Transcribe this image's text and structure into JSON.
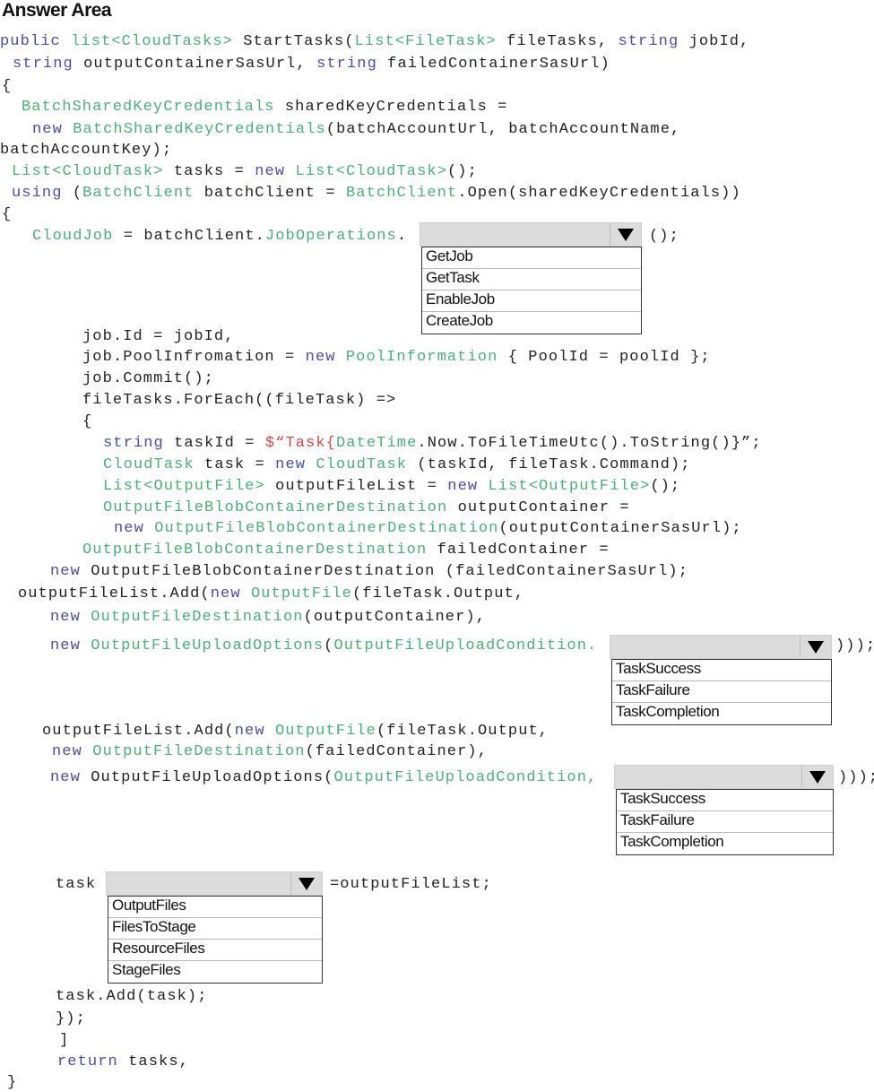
{
  "title": "Answer Area",
  "colors": {
    "keyword": "#4b4f9e",
    "type": "#4caf78",
    "string": "#d04848",
    "text": "#222222"
  },
  "code_lines": [
    [
      [
        "public ",
        "k"
      ],
      [
        "list<CloudTasks>",
        "t"
      ],
      [
        " StartTasks(",
        "p"
      ],
      [
        "List<FileTask>",
        "t"
      ],
      [
        " fileTasks, ",
        "p"
      ],
      [
        "string",
        "k"
      ],
      [
        " jobId,",
        "p"
      ]
    ],
    [
      [
        "string",
        "k"
      ],
      [
        " outputContainerSasUrl, ",
        "p"
      ],
      [
        "string",
        "k"
      ],
      [
        " failedContainerSasUrl)",
        "p"
      ]
    ],
    [
      [
        "{",
        "p"
      ]
    ],
    [
      [
        "BatchSharedKeyCredentials",
        "t"
      ],
      [
        " sharedKeyCredentials =",
        "p"
      ]
    ],
    [
      [
        "new ",
        "k"
      ],
      [
        "BatchSharedKeyCredentials",
        "t"
      ],
      [
        "(batchAccountUrl, batchAccountName,",
        "p"
      ]
    ],
    [
      [
        "batchAccountKey);",
        "p"
      ]
    ],
    [
      [
        "List<CloudTask>",
        "t"
      ],
      [
        " tasks = ",
        "p"
      ],
      [
        "new ",
        "k"
      ],
      [
        "List<CloudTask>",
        "t"
      ],
      [
        "();",
        "p"
      ]
    ],
    [
      [
        "using",
        "k"
      ],
      [
        " (",
        "p"
      ],
      [
        "BatchClient",
        "t"
      ],
      [
        " batchClient = ",
        "p"
      ],
      [
        "BatchClient",
        "t"
      ],
      [
        ".Open(sharedKeyCredentials))",
        "p"
      ]
    ],
    [
      [
        "{",
        "p"
      ]
    ],
    [
      [
        "CloudJob",
        "t"
      ],
      [
        " = batchClient.",
        "p"
      ],
      [
        "JobOperations",
        "t"
      ],
      [
        ".",
        "p"
      ]
    ],
    [
      [
        "job.Id = jobId,",
        "p"
      ]
    ],
    [
      [
        "job.PoolInfromation = ",
        "p"
      ],
      [
        "new ",
        "k"
      ],
      [
        "PoolInformation",
        "t"
      ],
      [
        " { PoolId = poolId };",
        "p"
      ]
    ],
    [
      [
        "job.Commit();",
        "p"
      ]
    ],
    [
      [
        "fileTasks.ForEach((fileTask) =>",
        "p"
      ]
    ],
    [
      [
        "{",
        "p"
      ]
    ],
    [
      [
        "string",
        "k"
      ],
      [
        " taskId = ",
        "p"
      ],
      [
        "$“Task{",
        "s"
      ],
      [
        "DateTime",
        "t"
      ],
      [
        ".Now.ToFileTimeUtc().ToString()}”;",
        "p"
      ]
    ],
    [
      [
        "CloudTask",
        "t"
      ],
      [
        " task = ",
        "p"
      ],
      [
        "new ",
        "k"
      ],
      [
        "CloudTask",
        "t"
      ],
      [
        " (taskId, fileTask.Command);",
        "p"
      ]
    ],
    [
      [
        "List<OutputFile>",
        "t"
      ],
      [
        " outputFileList = ",
        "p"
      ],
      [
        "new ",
        "k"
      ],
      [
        "List<OutputFile>",
        "t"
      ],
      [
        "();",
        "p"
      ]
    ],
    [
      [
        "OutputFileBlobContainerDestination",
        "t"
      ],
      [
        " outputContainer =",
        "p"
      ]
    ],
    [
      [
        "new ",
        "k"
      ],
      [
        "OutputFileBlobContainerDestination",
        "t"
      ],
      [
        "(outputContainerSasUrl);",
        "p"
      ]
    ],
    [
      [
        "OutputFileBlobContainerDestination",
        "t"
      ],
      [
        " failedContainer =",
        "p"
      ]
    ],
    [
      [
        "new ",
        "k"
      ],
      [
        "OutputFileBlobContainerDestination (failedContainerSasUrl);",
        "p"
      ]
    ],
    [
      [
        "outputFileList.Add(",
        "p"
      ],
      [
        "new ",
        "k"
      ],
      [
        "OutputFile",
        "t"
      ],
      [
        "(fileTask.Output,",
        "p"
      ]
    ],
    [
      [
        "new ",
        "k"
      ],
      [
        "OutputFileDestination",
        "t"
      ],
      [
        "(outputContainer),",
        "p"
      ]
    ],
    [
      [
        "new ",
        "k"
      ],
      [
        "OutputFileUploadOptions",
        "t"
      ],
      [
        "(",
        "p"
      ],
      [
        "OutputFileUploadCondition.",
        "t"
      ]
    ],
    [
      [
        "outputFileList.Add(",
        "p"
      ],
      [
        "new ",
        "k"
      ],
      [
        "OutputFile",
        "t"
      ],
      [
        "(fileTask.Output,",
        "p"
      ]
    ],
    [
      [
        "new ",
        "k"
      ],
      [
        "OutputFileDestination",
        "t"
      ],
      [
        "(failedContainer),",
        "p"
      ]
    ],
    [
      [
        "new ",
        "k"
      ],
      [
        "OutputFileUploadOptions(",
        "p"
      ],
      [
        "OutputFileUploadCondition,",
        "t"
      ]
    ],
    [
      [
        "task",
        "p"
      ]
    ],
    [
      [
        "task.Add(task);",
        "p"
      ]
    ],
    [
      [
        "});",
        "p"
      ]
    ],
    [
      [
        "]",
        "p"
      ]
    ],
    [
      [
        "return",
        "k"
      ],
      [
        " tasks,",
        "p"
      ]
    ],
    [
      [
        "}",
        "p"
      ]
    ],
    [
      [
        "();",
        "p"
      ]
    ],
    [
      [
        ")));",
        "p"
      ]
    ],
    [
      [
        ")));",
        "p"
      ]
    ],
    [
      [
        "=outputFileList;",
        "p"
      ]
    ]
  ],
  "dropdowns": [
    {
      "name": "job-operations-method",
      "selected": "",
      "options": [
        "GetJob",
        "GetTask",
        "EnableJob",
        "CreateJob"
      ]
    },
    {
      "name": "output-upload-condition",
      "selected": "",
      "options": [
        "TaskSuccess",
        "TaskFailure",
        "TaskCompletion"
      ]
    },
    {
      "name": "failed-upload-condition",
      "selected": "",
      "options": [
        "TaskSuccess",
        "TaskFailure",
        "TaskCompletion"
      ]
    },
    {
      "name": "task-property",
      "selected": "",
      "options": [
        "OutputFiles",
        "FilesToStage",
        "ResourceFiles",
        "StageFiles"
      ]
    }
  ]
}
